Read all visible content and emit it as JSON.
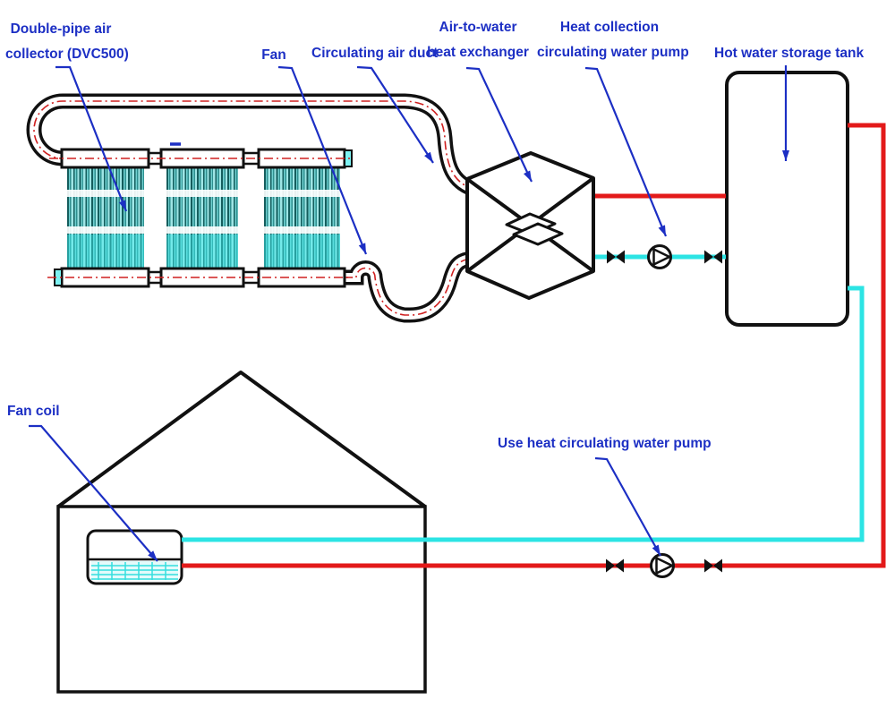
{
  "labels": {
    "collector": {
      "line1": "Double-pipe air",
      "line2": "collector (DVC500)"
    },
    "fan": {
      "text": "Fan"
    },
    "air_duct": {
      "text": "Circulating air duct"
    },
    "heat_exchanger": {
      "line1": "Air-to-water",
      "line2": "heat exchanger"
    },
    "collection_pump": {
      "line1": "Heat collection",
      "line2": "circulating water pump"
    },
    "storage_tank": {
      "text": "Hot water storage tank"
    },
    "fan_coil": {
      "text": "Fan coil"
    },
    "use_pump": {
      "text": "Use heat circulating water pump"
    }
  },
  "colors": {
    "label_blue": "#1c2fc4",
    "pipe_red": "#e31a1a",
    "pipe_cyan": "#2ce4e4",
    "centerline_red": "#cf2020",
    "line_black": "#111111",
    "tube_dark_teal": "#155d5d",
    "tube_cyan": "#6fd0d0",
    "coil_grid_cyan": "#35dede",
    "end_cap_cyan": "#7df2f2"
  }
}
